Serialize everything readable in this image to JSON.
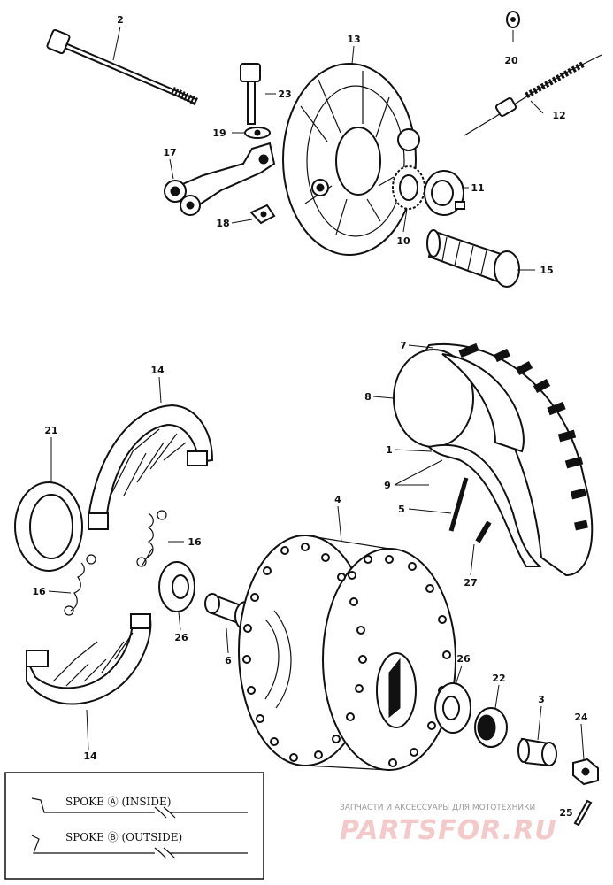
{
  "callouts": [
    {
      "id": "c2",
      "text": "2"
    },
    {
      "id": "c13",
      "text": "13"
    },
    {
      "id": "c20",
      "text": "20"
    },
    {
      "id": "c23",
      "text": "23"
    },
    {
      "id": "c12",
      "text": "12"
    },
    {
      "id": "c19",
      "text": "19"
    },
    {
      "id": "c17",
      "text": "17"
    },
    {
      "id": "c11",
      "text": "11"
    },
    {
      "id": "c18",
      "text": "18"
    },
    {
      "id": "c10",
      "text": "10"
    },
    {
      "id": "c15",
      "text": "15"
    },
    {
      "id": "c7",
      "text": "7"
    },
    {
      "id": "c8",
      "text": "8"
    },
    {
      "id": "c14a",
      "text": "14"
    },
    {
      "id": "c21",
      "text": "21"
    },
    {
      "id": "c1",
      "text": "1"
    },
    {
      "id": "c9",
      "text": "9"
    },
    {
      "id": "c5",
      "text": "5"
    },
    {
      "id": "c4",
      "text": "4"
    },
    {
      "id": "c16a",
      "text": "16"
    },
    {
      "id": "c27",
      "text": "27"
    },
    {
      "id": "c16b",
      "text": "16"
    },
    {
      "id": "c26a",
      "text": "26"
    },
    {
      "id": "c6",
      "text": "6"
    },
    {
      "id": "c26b",
      "text": "26"
    },
    {
      "id": "c22",
      "text": "22"
    },
    {
      "id": "c3",
      "text": "3"
    },
    {
      "id": "c24",
      "text": "24"
    },
    {
      "id": "c14b",
      "text": "14"
    },
    {
      "id": "c25",
      "text": "25"
    }
  ],
  "legend": {
    "spoke_a": "SPOKE Ⓐ (INSIDE)",
    "spoke_b": "SPOKE Ⓑ (OUTSIDE)"
  },
  "watermark": {
    "line1": "ЗАПЧАСТИ И АКСЕССУАРЫ ДЛЯ МОТОТЕХНИКИ",
    "line2": "PARTSFOR.RU"
  }
}
